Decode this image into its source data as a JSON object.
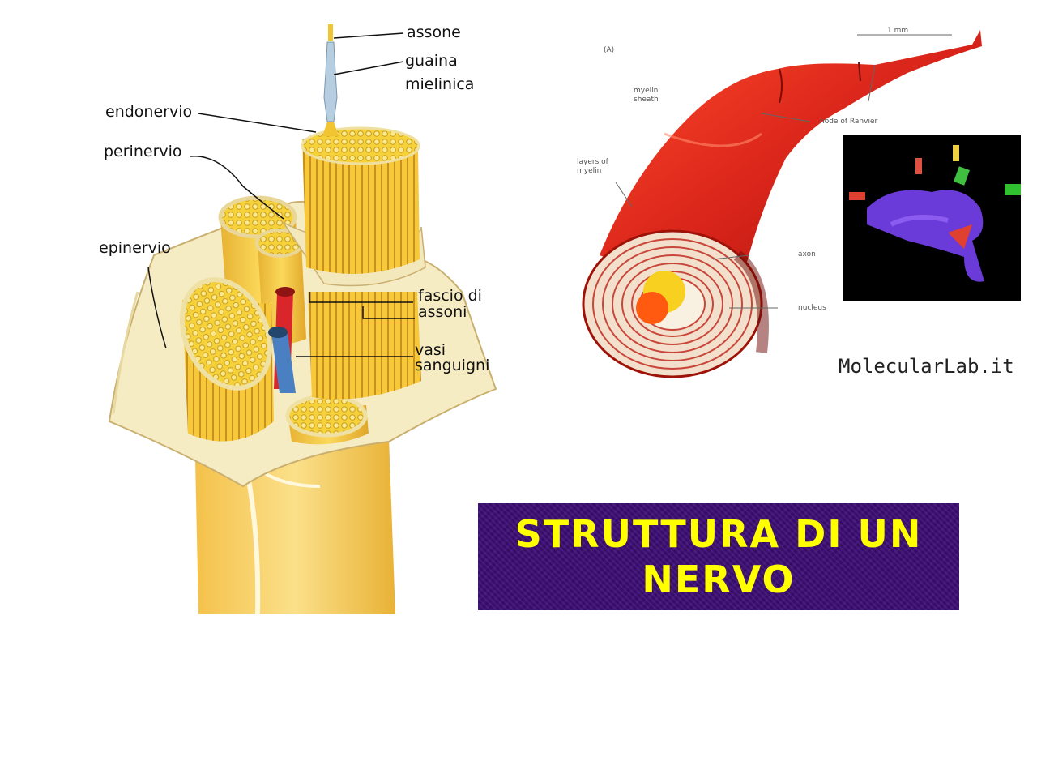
{
  "labels": {
    "assone": "assone",
    "guaina": "guaina",
    "mielinica": "mielinica",
    "endonervio": "endonervio",
    "perinervio": "perinervio",
    "epinervio": "epinervio",
    "fascio_line1": "fascio di",
    "fascio_line2": "assoni",
    "vasi_line1": "vasi",
    "vasi_line2": "sanguigni"
  },
  "myelin_figure": {
    "panel_letter": "(A)",
    "labels": {
      "myelin_sheath_1": "myelin",
      "myelin_sheath_2": "sheath",
      "node_of_ranvier": "node of Ranvier",
      "layers_1": "layers of",
      "layers_2": "myelin",
      "axon": "axon",
      "nucleus": "nucleus",
      "scale": "1 mm"
    },
    "credit": "MolecularLab.it"
  },
  "title": {
    "line1": "STRUTTURA DI UN",
    "line2": "NERVO"
  },
  "colors": {
    "title_bg": "#3a0d6e",
    "title_text": "#ffff00",
    "nerve_yellow": "#f5c842",
    "artery": "#d8262a",
    "vein": "#4a7fc1",
    "myelin_red": "#d8241a"
  }
}
